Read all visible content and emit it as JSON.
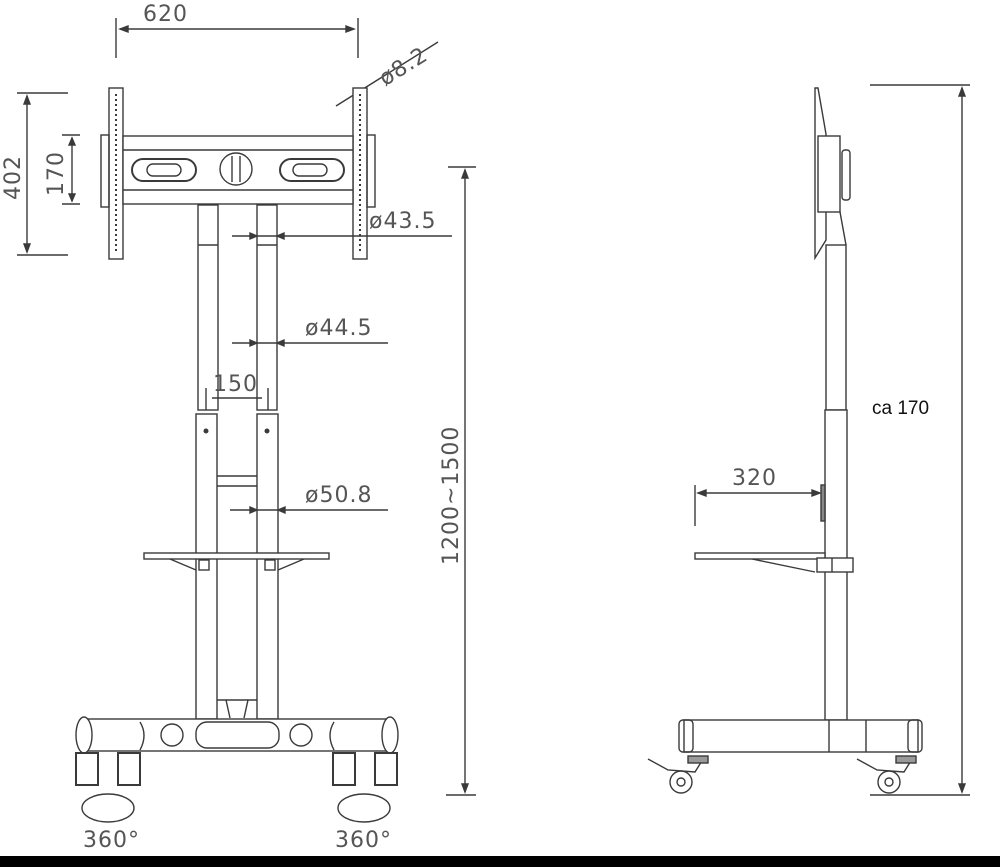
{
  "diagram": {
    "type": "technical-drawing",
    "subject": "Mobile TV stand",
    "views": [
      "front",
      "side"
    ],
    "front_view": {
      "dimensions": {
        "mount_width": "620",
        "hole_diameter": "ø8.2",
        "mount_height": "402",
        "bracket_height": "170",
        "upper_tube_diameter": "ø43.5",
        "mid_tube_diameter": "ø44.5",
        "pole_spacing": "150",
        "lower_tube_diameter": "ø50.8",
        "height_range": "1200~1500"
      },
      "caster_labels": [
        "360°",
        "360°"
      ]
    },
    "side_view": {
      "dimensions": {
        "shelf_depth": "320",
        "overall_height": "ca 170"
      }
    }
  }
}
